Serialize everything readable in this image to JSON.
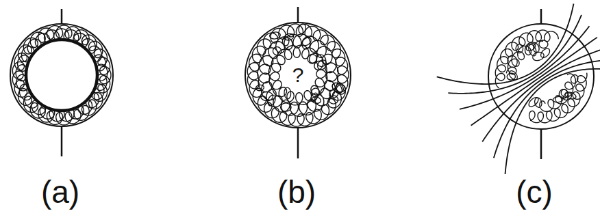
{
  "diagram": {
    "nodes": [
      {
        "text": [
          "?"
        ]
      }
    ],
    "labels": [
      "(a)",
      "(b)",
      "(c)"
    ]
  }
}
